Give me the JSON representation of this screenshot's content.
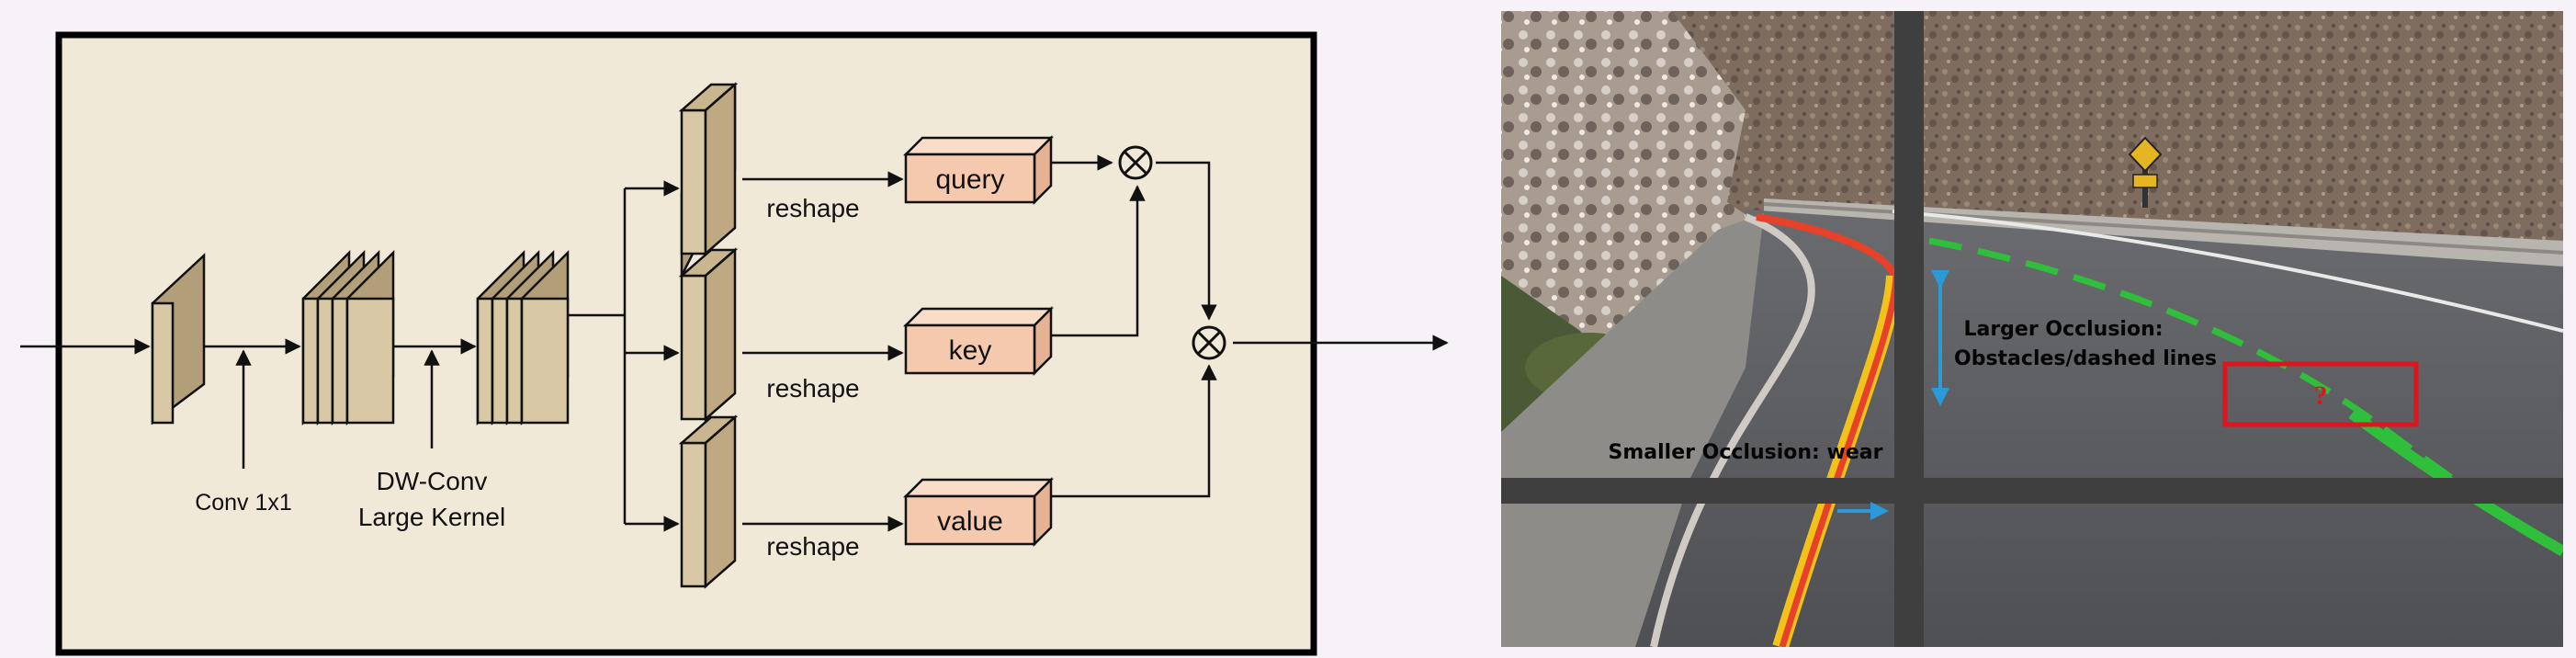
{
  "diagram": {
    "labels": {
      "conv": "Conv 1x1",
      "dwconv_line1": "DW-Conv",
      "dwconv_line2": "Large Kernel",
      "reshape": "reshape"
    },
    "boxes": {
      "query": "query",
      "key": "key",
      "value": "value"
    },
    "operators": {
      "multiply": "⊗"
    },
    "colors": {
      "panel_bg": "#f1e9d8",
      "panel_border": "#000000",
      "feature_face": "#d8c8a6",
      "qkv_face": "#f4c9ae",
      "page_bg": "#f7f2f7"
    }
  },
  "photo": {
    "annotations": {
      "larger_line1": "Larger Occlusion:",
      "larger_line2": "Obstacles/dashed lines",
      "smaller": "Smaller Occlusion: wear",
      "question": "?"
    },
    "colors": {
      "road": "#5d5e62",
      "left_lane": "#e8412a",
      "yellow_line": "#f2c21a",
      "right_lane": "#2fbf3a",
      "cross_bar": "#3f3f3f",
      "arrow": "#2a9bd8",
      "highlight_box": "#e0141c"
    }
  }
}
